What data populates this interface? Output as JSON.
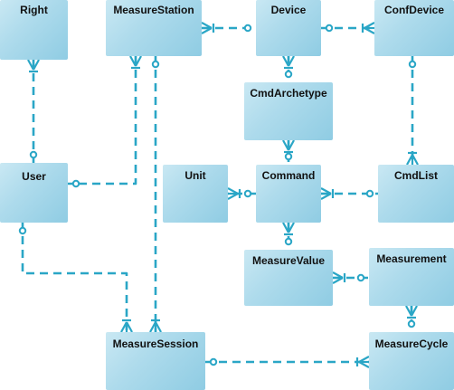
{
  "diagram": {
    "accent_color": "#2aa6c6",
    "entities": [
      {
        "id": "right",
        "label": "Right"
      },
      {
        "id": "measure-station",
        "label": "MeasureStation"
      },
      {
        "id": "device",
        "label": "Device"
      },
      {
        "id": "conf-device",
        "label": "ConfDevice"
      },
      {
        "id": "cmd-archetype",
        "label": "CmdArchetype"
      },
      {
        "id": "user",
        "label": "User"
      },
      {
        "id": "unit",
        "label": "Unit"
      },
      {
        "id": "command",
        "label": "Command"
      },
      {
        "id": "cmd-list",
        "label": "CmdList"
      },
      {
        "id": "measure-value",
        "label": "MeasureValue"
      },
      {
        "id": "measurement",
        "label": "Measurement"
      },
      {
        "id": "measure-session",
        "label": "MeasureSession"
      },
      {
        "id": "measure-cycle",
        "label": "MeasureCycle"
      }
    ],
    "relationships": [
      {
        "from": "measure-station",
        "to": "device",
        "many_end": "measure-station",
        "optional_end": "device"
      },
      {
        "from": "device",
        "to": "conf-device",
        "many_end": "conf-device",
        "optional_end": "device"
      },
      {
        "from": "device",
        "to": "cmd-archetype",
        "many_end": "device",
        "optional_end": "cmd-archetype"
      },
      {
        "from": "cmd-archetype",
        "to": "command",
        "many_end": "cmd-archetype",
        "optional_end": "command"
      },
      {
        "from": "right",
        "to": "user",
        "many_end": "right",
        "optional_end": "user"
      },
      {
        "from": "measure-station",
        "to": "user",
        "many_end": "measure-station",
        "optional_end": "user"
      },
      {
        "from": "command",
        "to": "unit",
        "many_end": "unit",
        "optional_end": "command"
      },
      {
        "from": "command",
        "to": "cmd-list",
        "many_end": "command",
        "optional_end": "cmd-list"
      },
      {
        "from": "conf-device",
        "to": "cmd-list",
        "many_end": "cmd-list",
        "optional_end": "conf-device"
      },
      {
        "from": "command",
        "to": "measure-value",
        "many_end": "command",
        "optional_end": "measure-value"
      },
      {
        "from": "measure-value",
        "to": "measurement",
        "many_end": "measure-value",
        "optional_end": "measurement"
      },
      {
        "from": "measurement",
        "to": "measure-cycle",
        "many_end": "measurement",
        "optional_end": "measure-cycle"
      },
      {
        "from": "user",
        "to": "measure-session",
        "many_end": "measure-session",
        "optional_end": "user"
      },
      {
        "from": "measure-station",
        "to": "measure-session",
        "many_end": "measure-session",
        "optional_end": "measure-station"
      },
      {
        "from": "measure-session",
        "to": "measure-cycle",
        "many_end": "measure-cycle",
        "optional_end": "measure-session"
      }
    ]
  }
}
